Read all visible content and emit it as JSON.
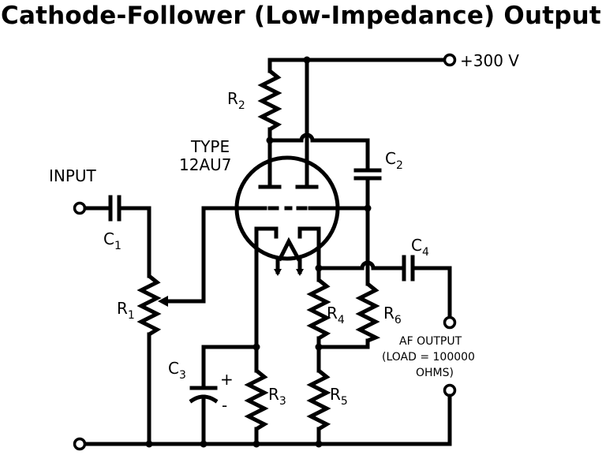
{
  "title": "Cathode-Follower (Low-Impedance) Output",
  "supply": "+300 V",
  "tube": {
    "line1": "TYPE",
    "line2": "12AU7"
  },
  "input_label": "INPUT",
  "output": {
    "line1": "AF OUTPUT",
    "line2": "(LOAD = 100000",
    "line3": "OHMS)"
  },
  "components": {
    "R1": {
      "letter": "R",
      "sub": "1"
    },
    "R2": {
      "letter": "R",
      "sub": "2"
    },
    "R3": {
      "letter": "R",
      "sub": "3"
    },
    "R4": {
      "letter": "R",
      "sub": "4"
    },
    "R5": {
      "letter": "R",
      "sub": "5"
    },
    "R6": {
      "letter": "R",
      "sub": "6"
    },
    "C1": {
      "letter": "C",
      "sub": "1"
    },
    "C2": {
      "letter": "C",
      "sub": "2"
    },
    "C3": {
      "letter": "C",
      "sub": "3"
    },
    "C4": {
      "letter": "C",
      "sub": "4"
    }
  },
  "polarity": {
    "plus": "+",
    "minus": "-"
  }
}
